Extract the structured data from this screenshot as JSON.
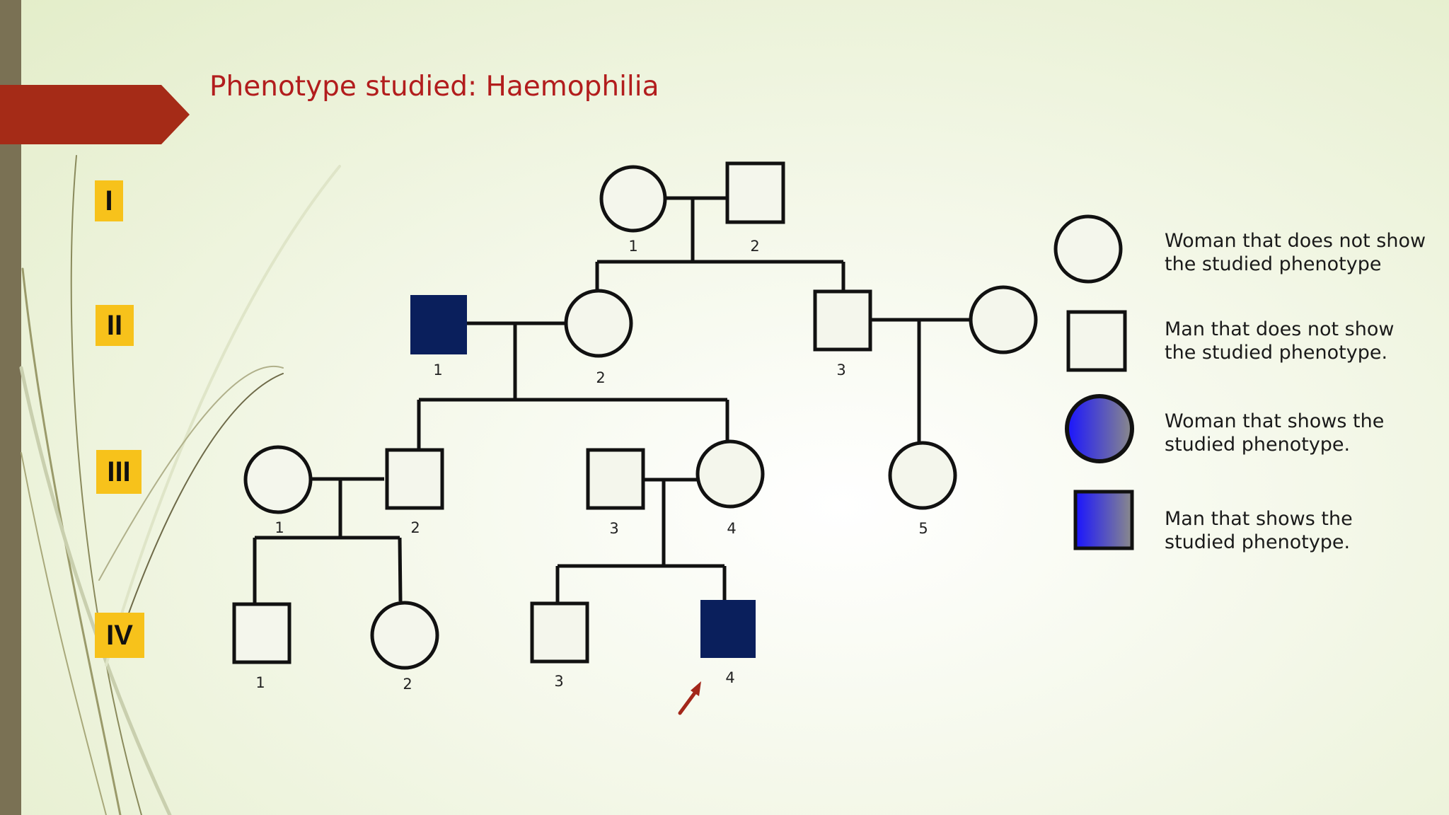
{
  "slide": {
    "title": "Phenotype studied: Haemophilia"
  },
  "generations": [
    "I",
    "II",
    "III",
    "IV"
  ],
  "pedigree": {
    "gen1": {
      "female_1": "1",
      "male_2": "2"
    },
    "gen2": {
      "male_1": "1",
      "female_2": "2",
      "male_3": "3"
    },
    "gen3": {
      "female_1": "1",
      "male_2": "2",
      "male_3": "3",
      "female_4": "4",
      "female_5": "5"
    },
    "gen4": {
      "male_1": "1",
      "female_2": "2",
      "male_3": "3",
      "male_4": "4"
    },
    "affected_color": "#0a1f5c",
    "proband_arrow_color": "#a3271a"
  },
  "legend": {
    "unaffected_woman": {
      "line1": "Woman that does not show",
      "line2": "the studied phenotype"
    },
    "unaffected_man": {
      "line1": "Man that does not show",
      "line2": "the studied phenotype."
    },
    "affected_woman": {
      "line1": "Woman that shows the",
      "line2": "studied phenotype."
    },
    "affected_man": {
      "line1": "Man that shows the",
      "line2": "studied phenotype."
    },
    "gradient_colors": [
      "#1a14ff",
      "#8a8a8a"
    ]
  },
  "colors": {
    "banner": "#a52b17",
    "sidebar": "#7a7154",
    "title": "#b21d1d",
    "generation_badge": "#f7c21b"
  }
}
